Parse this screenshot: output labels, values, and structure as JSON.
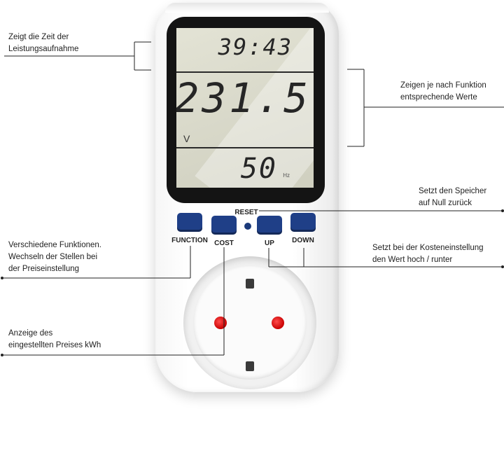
{
  "annotations": {
    "time": [
      "Zeigt die Zeit der",
      "Leistungsaufnahme"
    ],
    "values": [
      "Zeigen je nach Funktion",
      "entsprechende Werte"
    ],
    "reset": [
      "Setzt den Speicher",
      "auf Null zurück"
    ],
    "functions": [
      "Verschiedene Funktionen.",
      "Wechseln der Stellen bei",
      "der Preiseinstellung"
    ],
    "updown": [
      "Setzt bei der Kosteneinstellung",
      "den Wert hoch / runter"
    ],
    "price": [
      "Anzeige des",
      "eingestellten Preises kWh"
    ]
  },
  "display": {
    "time": "39:43",
    "voltage": "231.5",
    "voltage_unit": "V",
    "frequency": "50",
    "frequency_unit": "Hz"
  },
  "buttons": {
    "function": "FUNCTION",
    "cost": "COST",
    "reset": "RESET",
    "up": "UP",
    "down": "DOWN"
  },
  "colors": {
    "button": "#1f3f87",
    "socket_contact": "#d40000",
    "lcd": "#d8d8c8"
  }
}
